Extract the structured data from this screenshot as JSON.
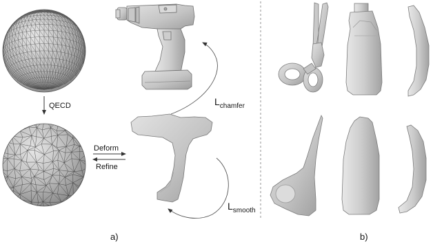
{
  "labels": {
    "qecd": "QECD",
    "deform": "Deform",
    "refine": "Refine",
    "l_chamfer_main": "L",
    "l_chamfer_sub": "chamfer",
    "l_smooth_main": "L",
    "l_smooth_sub": "smooth",
    "panel_a": "a)",
    "panel_b": "b)"
  },
  "colors": {
    "mesh_fill": "#bcbcbc",
    "mesh_line": "#3a3a3a",
    "shape_fill": "#cfcfcf",
    "shape_shade": "#9a9a9a",
    "divider": "#777777"
  }
}
